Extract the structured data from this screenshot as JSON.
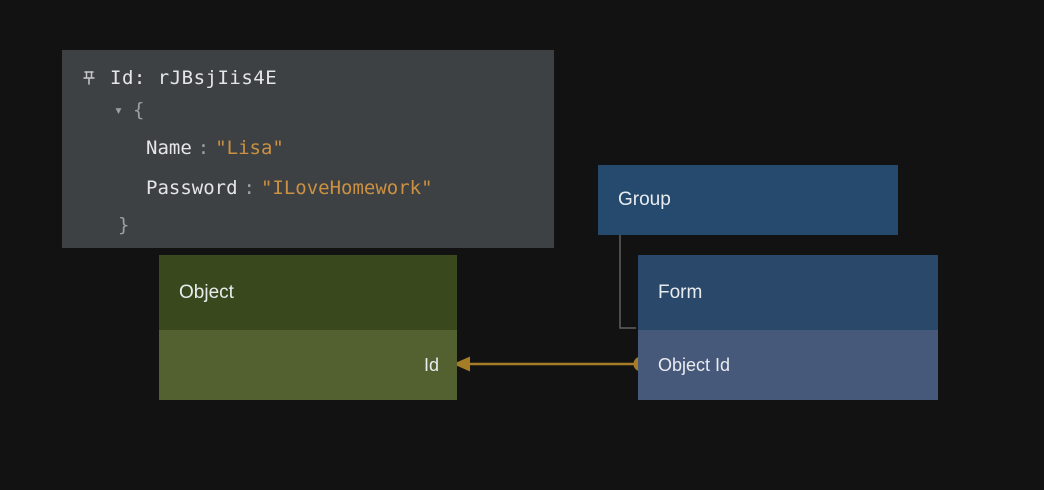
{
  "tooltip": {
    "title": "Id: rJBsjIis4E",
    "expander": "▾",
    "open_brace": "{",
    "close_brace": "}",
    "entries": [
      {
        "key": "Name",
        "colon": ":",
        "value": "\"Lisa\""
      },
      {
        "key": "Password",
        "colon": ":",
        "value": "\"ILoveHomework\""
      }
    ]
  },
  "nodes": {
    "object": {
      "title": "Object",
      "rows": [
        {
          "label": "Id"
        }
      ]
    },
    "group": {
      "title": "Group"
    },
    "form": {
      "title": "Form",
      "rows": [
        {
          "label": "Object Id"
        }
      ]
    }
  },
  "colors": {
    "background": "#121212",
    "tooltip_bg": "#3e4143",
    "tooltip_text": "#e4e6e8",
    "tooltip_muted": "#9aa0a6",
    "string_value": "#cb9142",
    "object_header": "#3a481d",
    "object_row": "#53602f",
    "group_header": "#254a6d",
    "form_header": "#2a496a",
    "form_row": "#46597a",
    "node_text": "#e9ecef",
    "arrow": "#a57d27",
    "connector": "#5f5f5f"
  }
}
